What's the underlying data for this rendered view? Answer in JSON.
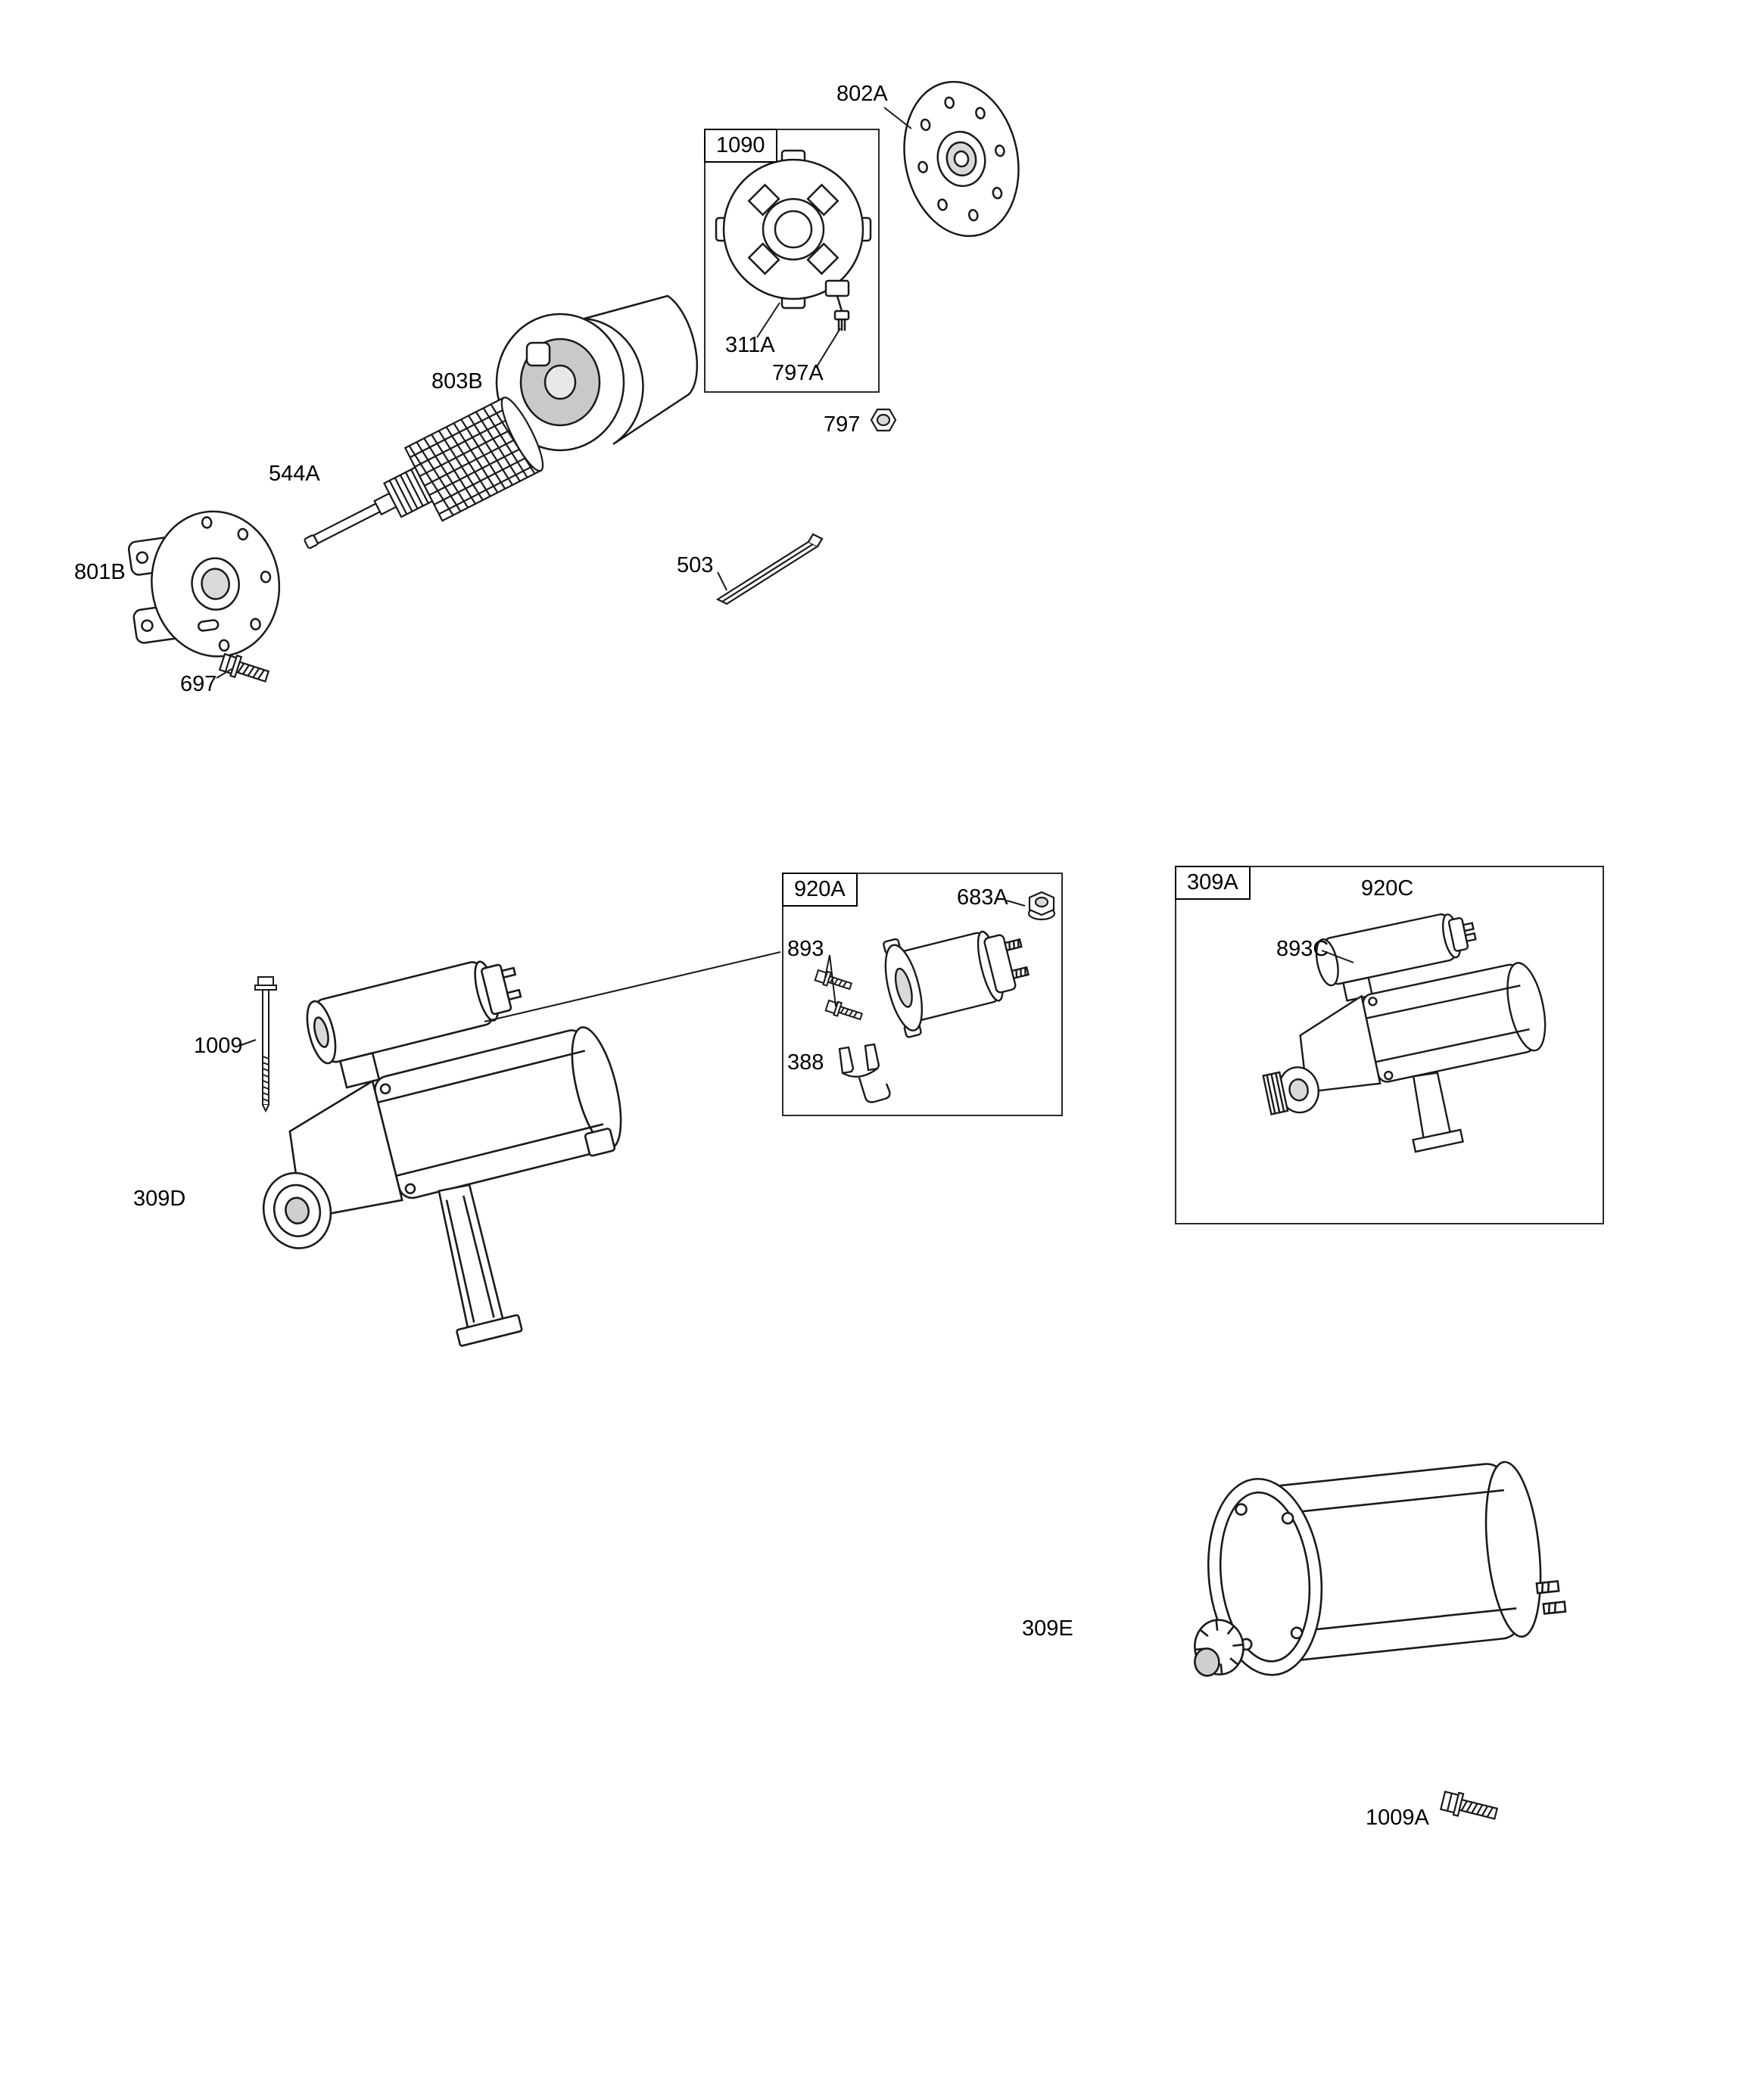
{
  "colors": {
    "line": "#1a1a1a",
    "background": "#ffffff",
    "shaded": "#d9d9d9"
  },
  "labels": {
    "p802A": "802A",
    "p1090": "1090",
    "p311A": "311A",
    "p797A": "797A",
    "p797": "797",
    "p803B": "803B",
    "p544A": "544A",
    "p801B": "801B",
    "p697": "697",
    "p503": "503",
    "p920A": "920A",
    "p683A": "683A",
    "p893": "893",
    "p388": "388",
    "p309A": "309A",
    "p920C": "920C",
    "p893C": "893C",
    "p1009": "1009",
    "p309D": "309D",
    "p309E": "309E",
    "p1009A": "1009A"
  }
}
